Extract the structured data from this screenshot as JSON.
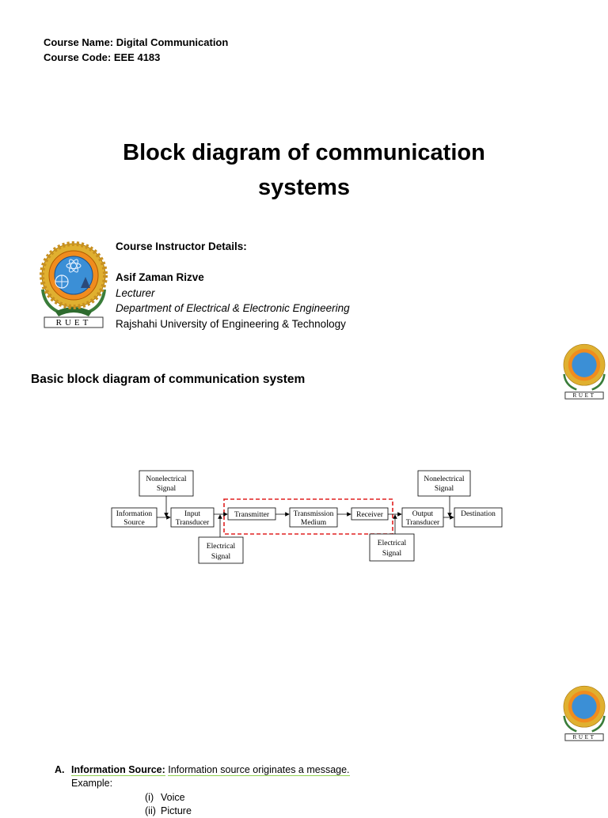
{
  "header": {
    "course_name": "Course Name: Digital Communication",
    "course_code": "Course Code: EEE 4183"
  },
  "title": {
    "line1": "Block diagram of communication",
    "line2": "systems"
  },
  "logo": {
    "text": "RUET",
    "ring_color": "#d4a017",
    "globe_color": "#3b8fd6"
  },
  "instructor": {
    "heading": "Course Instructor Details:",
    "name": "Asif Zaman Rizve",
    "designation": "Lecturer",
    "department": "Department of Electrical & Electronic Engineering",
    "university": "Rajshahi University of Engineering & Technology"
  },
  "section_heading": "Basic block diagram of communication system",
  "diagram": {
    "blocks": {
      "info_source": [
        "Information",
        "Source"
      ],
      "input_transducer": [
        "Input",
        "Transducer"
      ],
      "transmitter": "Transmitter",
      "medium": [
        "Transmission",
        "Medium"
      ],
      "receiver": "Receiver",
      "output_transducer": [
        "Output",
        "Transducer"
      ],
      "destination": "Destination"
    },
    "nonelec_left": [
      "Nonelectrical",
      "Signal"
    ],
    "elec_left": [
      "Electrical",
      "Signal"
    ],
    "nonelec_right": [
      "Nonelectrical",
      "Signal"
    ],
    "elec_right": [
      "Electrical",
      "Signal"
    ],
    "dashed_color": "#e02020"
  },
  "item_a": {
    "label": "A.",
    "term": "Information Source:",
    "definition": "Information source originates a message.",
    "example_label": "Example:",
    "examples": [
      {
        "num": "(i)",
        "text": "Voice"
      },
      {
        "num": "(ii)",
        "text": "Picture"
      }
    ]
  }
}
